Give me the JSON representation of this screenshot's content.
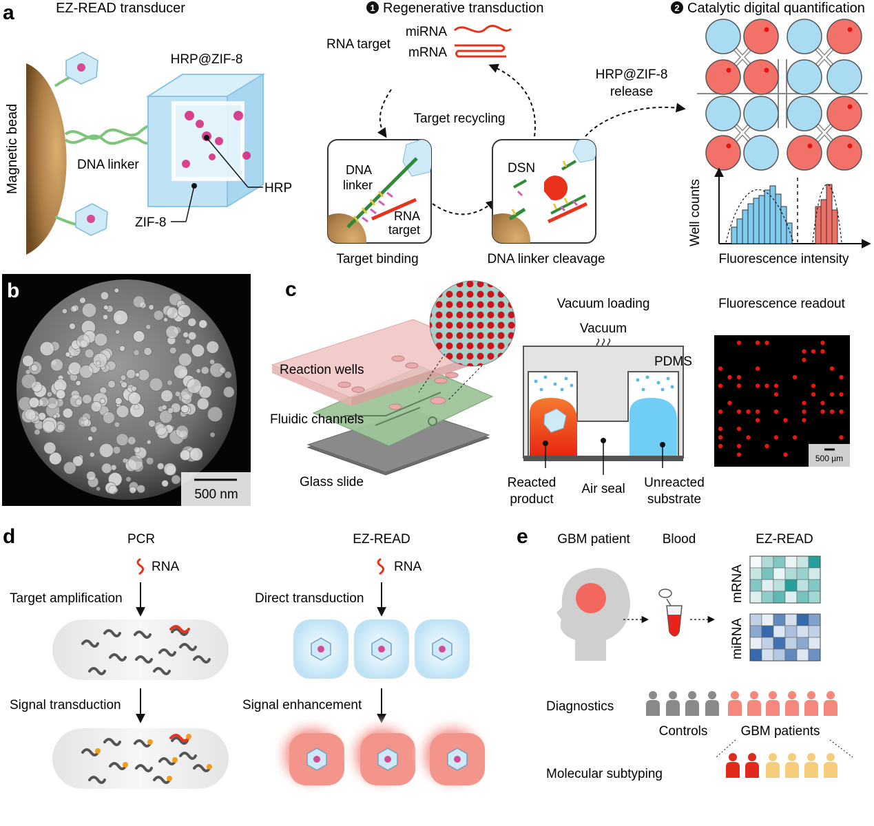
{
  "panels": {
    "a": {
      "letter": "a",
      "transducer_title": "EZ-READ transducer",
      "magnetic_bead": "Magnetic bead",
      "dna_linker": "DNA linker",
      "hrp_zif": "HRP@ZIF-8",
      "hrp": "HRP",
      "zif": "ZIF-8",
      "step1_num": "1",
      "step1_title": "Regenerative transduction",
      "rna_target": "RNA target",
      "mirna": "miRNA",
      "mrna": "mRNA",
      "target_recycling": "Target recycling",
      "box_dna": "DNA",
      "box_linker": "linker",
      "box_rna": "RNA",
      "box_target": "target",
      "dsn": "DSN",
      "target_binding": "Target binding",
      "dna_linker_cleavage": "DNA linker cleavage",
      "release_line1": "HRP@ZIF-8",
      "release_line2": "release",
      "step2_num": "2",
      "step2_title": "Catalytic digital quantification",
      "well_counts": "Well counts",
      "fluorescence_intensity": "Fluorescence intensity"
    },
    "b": {
      "letter": "b",
      "scale_bar": "500 nm"
    },
    "c": {
      "letter": "c",
      "reaction_wells": "Reaction wells",
      "fluidic_channels": "Fluidic channels",
      "glass_slide": "Glass slide",
      "vacuum_loading": "Vacuum loading",
      "vacuum": "Vacuum",
      "pdms": "PDMS",
      "reacted_line1": "Reacted",
      "reacted_line2": "product",
      "air_seal": "Air seal",
      "unreacted_line1": "Unreacted",
      "unreacted_line2": "substrate",
      "fluorescence_readout": "Fluorescence readout",
      "scale_bar": "500 µm"
    },
    "d": {
      "letter": "d",
      "pcr": "PCR",
      "ezread": "EZ-READ",
      "rna_left": "RNA",
      "rna_right": "RNA",
      "target_amplification": "Target amplification",
      "direct_transduction": "Direct transduction",
      "signal_transduction": "Signal transduction",
      "signal_enhancement": "Signal enhancement"
    },
    "e": {
      "letter": "e",
      "gbm_patient": "GBM patient",
      "blood": "Blood",
      "ezread": "EZ-READ",
      "mrna": "mRNA",
      "mirna": "miRNA",
      "diagnostics": "Diagnostics",
      "controls": "Controls",
      "gbm_patients": "GBM patients",
      "molecular_subtyping": "Molecular subtyping"
    }
  },
  "colors": {
    "bead": "#a87b45",
    "rna_red": "#e8321c",
    "cube_blue": "#bfe3f5",
    "well_blue": "#a9dcf3",
    "well_red": "#f27168",
    "linker_green": "#2e8b3a",
    "hist_blue": "#7ec9ee",
    "hist_red": "#ef6f66",
    "person_gray": "#8a8a8a",
    "person_pink": "#f5877c",
    "person_red": "#e02a1c",
    "person_yellow": "#f6cd7a",
    "pdms_gray": "#e3e3e3",
    "dsn_red": "#e8321c"
  },
  "heatmap_mrna": [
    [
      0.05,
      0.35,
      0.55,
      0.1,
      0.25,
      0.95
    ],
    [
      0.25,
      0.6,
      0.1,
      0.35,
      0.45,
      0.2
    ],
    [
      0.55,
      0.15,
      0.3,
      0.95,
      0.3,
      0.55
    ],
    [
      0.15,
      0.5,
      0.7,
      0.15,
      0.6,
      0.4
    ]
  ],
  "heatmap_mirna": [
    [
      0.3,
      0.1,
      0.75,
      0.2,
      0.95,
      0.6
    ],
    [
      0.55,
      0.95,
      0.15,
      0.4,
      0.2,
      0.3
    ],
    [
      0.1,
      0.3,
      0.9,
      0.3,
      0.55,
      0.15
    ],
    [
      0.95,
      0.2,
      0.35,
      0.75,
      0.15,
      0.7
    ]
  ]
}
